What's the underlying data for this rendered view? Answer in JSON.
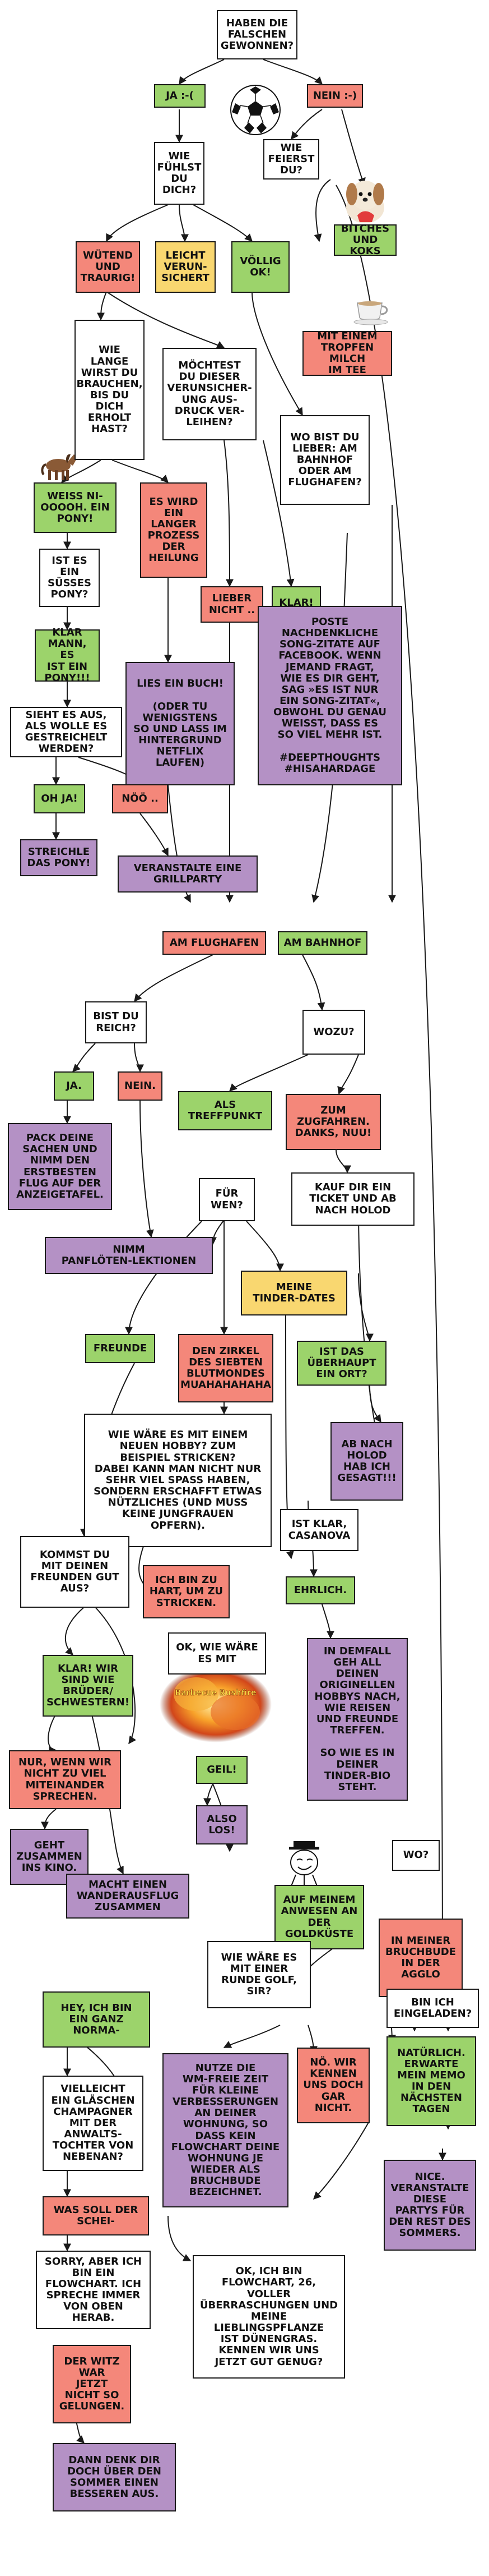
{
  "nodes": {
    "start": "HABEN DIE\nFALSCHEN\nGEWONNEN?",
    "ja": "JA :-(",
    "nein": "NEIN :-)",
    "fuehlst": "WIE\nFÜHLST\nDU\nDICH?",
    "feierst": "WIE\nFEIERST\nDU?",
    "bitches": "BITCHES\nUND KOKS",
    "wuetend": "WÜTEND\nUND\nTRAURIG!",
    "leicht": "LEICHT\nVERUN-\nSICHERT",
    "voellig": "VÖLLIG\nOK!",
    "milch": "MIT EINEM\nTROPFEN MILCH\nIM TEE",
    "wielange": "WIE\nLANGE\nWIRST DU\nBRAUCHEN,\nBIS DU\nDICH\nERHOLT\nHAST?",
    "moechtest": "MÖCHTEST\nDU DIESER\nVERUNSICHER-\nUNG AUS-\nDRUCK VER-\nLEIHEN?",
    "wobist": "WO BIST DU\nLIEBER: AM\nBAHNHOF\nODER AM\nFLUGHAFEN?",
    "weissnio": "WEISS NI-\nOOOOH. EIN\nPONY!",
    "prozess": "ES WIRD\nEIN\nLANGER\nPROZESS\nDER\nHEILUNG",
    "suess": "IST ES\nEIN\nSÜSSES\nPONY?",
    "klarmann": "KLAR\nMANN, ES\nIST EIN\nPONY!!!",
    "lieber": "LIEBER\nNICHT ..",
    "klar": "KLAR!",
    "liesbuch": "LIES EIN BUCH!\n\n(ODER TU\nWENIGSTENS\nSO UND LASS IM\nHINTERGRUND\nNETFLIX\nLAUFEN)",
    "poste": "POSTE\nNACHDENKLICHE\nSONG-ZITATE AUF\nFACEBOOK. WENN\nJEMAND FRAGT,\nWIE ES DIR GEHT,\nSAG »ES IST NUR\nEIN SONG-ZITAT«,\nOBWOHL DU GENAU\nWEISST, DASS ES\nSO VIEL MEHR IST.\n\n#DEEPTHOUGHTS\n#HISAHARDAGE",
    "siehtes": "SIEHT ES AUS,\nALS WOLLE ES\nGESTREICHELT\nWERDEN?",
    "ohja": "OH JA!",
    "noe": "NÖÖ ..",
    "streichle": "STREICHLE\nDAS PONY!",
    "grillparty": "VERANSTALTE EINE\nGRILLPARTY",
    "amflughafen": "AM FLUGHAFEN",
    "ambahnhof": "AM BAHNHOF",
    "reich": "BIST DU\nREICH?",
    "wozu": "WOZU?",
    "ja2": "JA.",
    "nein2": "NEIN.",
    "pack": "PACK DEINE\nSACHEN UND\nNIMM DEN\nERSTBESTEN\nFLUG AUF DER\nANZEIGETAFEL.",
    "treffpunkt": "ALS\nTREFFPUNKT",
    "zugfahren": "ZUM\nZUGFAHREN.\nDANKS, NUU!",
    "fuerwen": "FÜR\nWEN?",
    "kaufticket": "KAUF DIR EIN\nTICKET UND AB\nNACH HOLOD",
    "panfloete": "NIMM\nPANFLÖTEN-LEKTIONEN",
    "tinder": "MEINE\nTINDER-DATES",
    "freunde": "FREUNDE",
    "zirkel": "DEN ZIRKEL\nDES SIEBTEN\nBLUTMONDES\nMUAHAHAHAHA",
    "istdas": "IST DAS\nÜBERHAUPT\nEIN ORT?",
    "abnach": "AB NACH\nHOLOD\nHAB ICH\nGESAGT!!!",
    "hobby": "WIE WÄRE ES MIT EINEM\nNEUEN HOBBY? ZUM\nBEISPIEL STRICKEN?\nDABEI KANN MAN NICHT NUR\nSEHR VIEL SPASS HABEN,\nSONDERN ERSCHAFFT ETWAS\nNÜTZLICHES (UND MUSS\nKEINE JUNGFRAUEN\nOPFERN).",
    "casanova": "IST KLAR,\nCASANOVA",
    "kommst": "KOMMST DU\nMIT DEINEN\nFREUNDEN GUT\nAUS?",
    "hart": "ICH BIN ZU\nHART, UM ZU\nSTRICKEN.",
    "ehrlich": "EHRLICH.",
    "okwie": "OK, WIE WÄRE\nES MIT",
    "indemfall": "IN DEMFALL\nGEH ALL\nDEINEN\nORIGINELLEN\nHOBBYS NACH,\nWIE REISEN\nUND FREUNDE\nTREFFEN.\n\nSO WIE ES IN\nDEINER\nTINDER-BIO\nSTEHT.",
    "klarwir": "KLAR! WIR\nSIND WIE\nBRÜDER/\nSCHWESTERN!",
    "nurwenn": "NUR, WENN WIR\nNICHT ZU VIEL\nMITEINANDER\nSPRECHEN.",
    "geil": "GEIL!",
    "alsolos": "ALSO\nLOS!",
    "wo": "WO?",
    "geht": "GEHT\nZUSAMMEN\nINS KINO.",
    "goldkueste": "AUF MEINEM\nANWESEN AN\nDER\nGOLDKÜSTE",
    "brutbude": "IN MEINER\nBRUCHBUDE\nIN DER\nAGGLO",
    "wanderausflug": "MACHT EINEN\nWANDERAUSFLUG\nZUSAMMEN",
    "golf": "WIE WÄRE ES\nMIT EINER\nRUNDE GOLF,\nSIR?",
    "heybin": "HEY, ICH BIN\nEIN GANZ\nNORMA-",
    "eingeladen": "BIN ICH\nEINGELADEN?",
    "champagner": "VIELLEICHT\nEIN GLÄSCHEN\nCHAMPAGNER\nMIT DER\nANWALTS-\nTOCHTER VON\nNEBENAN?",
    "nutze": "NUTZE DIE\nWM-FREIE ZEIT\nFÜR KLEINE\nVERBESSERUNGEN\nAN DEINER\nWOHNUNG, SO\nDASS KEIN\nFLOWCHART DEINE\nWOHNUNG JE\nWIEDER ALS\nBRUCHBUDE\nBEZEICHNET.",
    "neinwir": "NÖ. WIR\nKENNEN\nUNS DOCH\nGAR\nNICHT.",
    "natuerlich": "NATÜRLICH.\nERWARTE\nMEIN MEMO\nIN DEN\nNÄCHSTEN\nTAGEN",
    "wassoll": "WAS SOLL DER\nSCHEI-",
    "nice": "NICE.\nVERANSTALTE\nDIESE\nPARTYS FÜR\nDEN REST DES\nSOMMERS.",
    "sorry": "SORRY, ABER ICH\nBIN EIN\nFLOWCHART. ICH\nSPRECHE IMMER\nVON OBEN\nHERAB.",
    "okich": "OK, ICH BIN\nFLOWCHART, 26,\nVOLLER\nÜBERRASCHUNGEN UND\nMEINE\nLIEBLINGSPFLANZE\nIST DÜNENGRAS.\nKENNEN WIR UNS\nJETZT GUT GENUG?",
    "witz": "DER WITZ\nWAR\nJETZT\nNICHT SO\nGELUNGEN.",
    "dankdenk": "DANN DENK DIR\nDOCH ÜBER DEN\nSOMMER EINEN\nBESSEREN AUS."
  },
  "illustration": {
    "fireball_text": "Barbecue Bushfire",
    "colors": {
      "white_box": "#ffffff",
      "green_box": "#9cd36b",
      "red_box": "#f4877a",
      "yellow_box": "#f9d770",
      "purple_box": "#b491c5",
      "line": "#1a1a1a"
    },
    "icons": [
      "soccer-ball-icon",
      "puppy-icon",
      "tea-cup-icon",
      "pony-icon",
      "fireball-icon",
      "meme-face-icon"
    ]
  }
}
